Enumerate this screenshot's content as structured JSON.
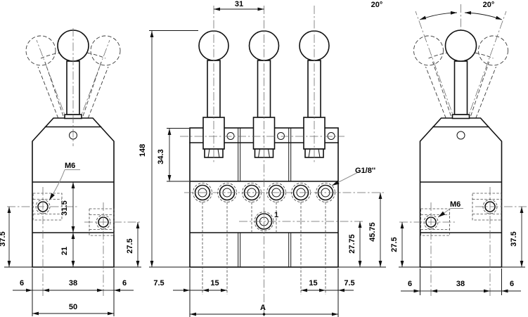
{
  "colors": {
    "background": "#ffffff",
    "line": "#111111",
    "leader": "#8f8f8f"
  },
  "views": {
    "left": {
      "label_m6": "M6",
      "dim_hole_left_from_bottom": "37.5",
      "dim_holes_band_height": "31.5",
      "dim_lower_band_height": "21",
      "dim_hole_right_from_bottom": "27.5",
      "dim_edge_left": "6",
      "dim_holes_spacing": "38",
      "dim_edge_right": "6",
      "dim_body_width": "50"
    },
    "front": {
      "dim_lever_pitch": "31",
      "dim_total_height": "148",
      "dim_head_height": "34.3",
      "label_port_thread": "G1/8''",
      "label_port_one": "1",
      "dim_left_margin": "7.5",
      "dim_left_port_pitch": "15",
      "dim_right_port_pitch": "15",
      "dim_right_margin": "7.5",
      "dim_overall_width": "A",
      "dim_ports_row_from_bottom": "45.75",
      "dim_port_one_from_bottom": "27.75"
    },
    "right": {
      "dim_angle_left": "20°",
      "dim_angle_right": "20°",
      "label_m6": "M6",
      "dim_hole_left_from_bottom": "27.5",
      "dim_hole_right_from_bottom": "37.5",
      "dim_edge_left": "6",
      "dim_holes_spacing": "38",
      "dim_edge_right": "6"
    }
  }
}
